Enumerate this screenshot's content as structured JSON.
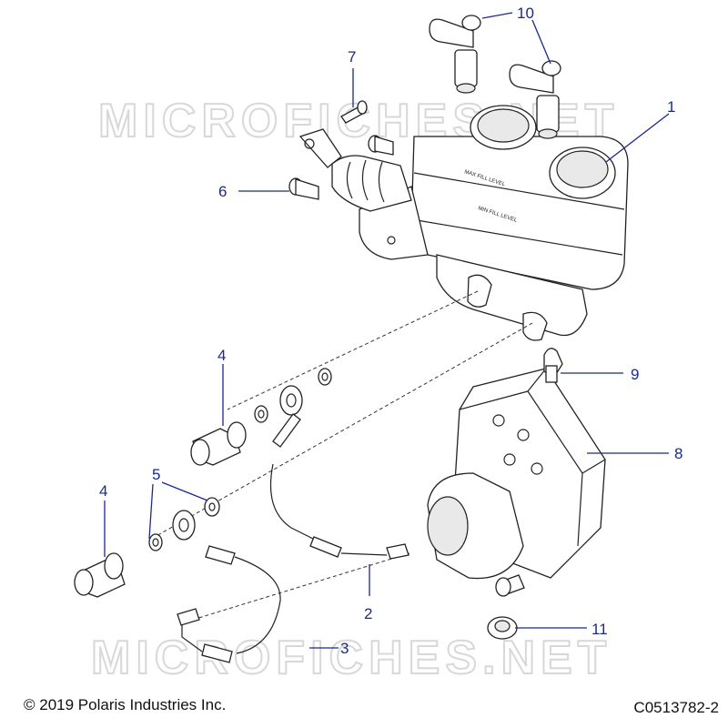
{
  "diagram": {
    "watermark": "MICROFICHES.NET",
    "copyright": "© 2019 Polaris Industries Inc.",
    "drawing_number": "C0513782-2",
    "reservoir_labels": {
      "max": "MAX FILL LEVEL",
      "min": "MIN FILL LEVEL"
    },
    "callouts": [
      {
        "id": "c1",
        "number": "1"
      },
      {
        "id": "c2",
        "number": "2"
      },
      {
        "id": "c3",
        "number": "3"
      },
      {
        "id": "c4a",
        "number": "4"
      },
      {
        "id": "c4b",
        "number": "4"
      },
      {
        "id": "c5",
        "number": "5"
      },
      {
        "id": "c6",
        "number": "6"
      },
      {
        "id": "c7",
        "number": "7"
      },
      {
        "id": "c8",
        "number": "8"
      },
      {
        "id": "c9",
        "number": "9"
      },
      {
        "id": "c10",
        "number": "10"
      },
      {
        "id": "c11",
        "number": "11"
      }
    ],
    "colors": {
      "callout": "#1a2a8c",
      "line": "#222222",
      "watermark": "#d8d8d8"
    }
  }
}
